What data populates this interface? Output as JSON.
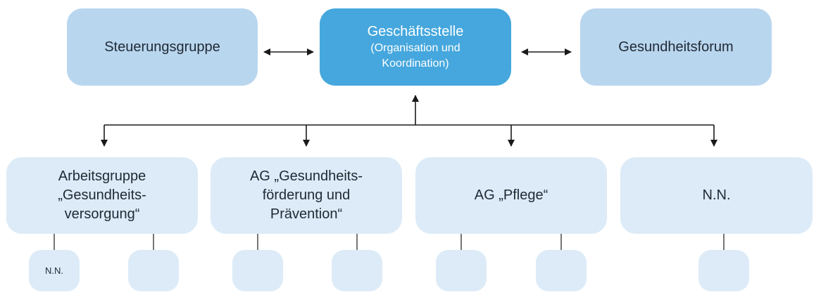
{
  "top": {
    "left_box": "Steuerungsgruppe",
    "center_box": {
      "title": "Geschäftsstelle",
      "subtitle_1": "(Organisation und",
      "subtitle_2": "Koordination)"
    },
    "right_box": "Gesundheitsforum"
  },
  "working_groups": [
    {
      "lines": [
        "Arbeitsgruppe",
        "„Gesundheits-",
        "versorgung“"
      ],
      "subgroups": [
        "N.N.",
        ""
      ]
    },
    {
      "lines": [
        "AG „Gesundheits-",
        "förderung und",
        "Prävention“"
      ],
      "subgroups": [
        "",
        ""
      ]
    },
    {
      "lines": [
        "AG „Pflege“"
      ],
      "subgroups": [
        "",
        ""
      ]
    },
    {
      "lines": [
        "N.N."
      ],
      "subgroups": [
        ""
      ]
    }
  ],
  "colors": {
    "center_fill": "#45a7dd",
    "top_fill": "#b9d6ef",
    "lower_fill": "#dcebf7",
    "connector": "#1a1a1a"
  }
}
